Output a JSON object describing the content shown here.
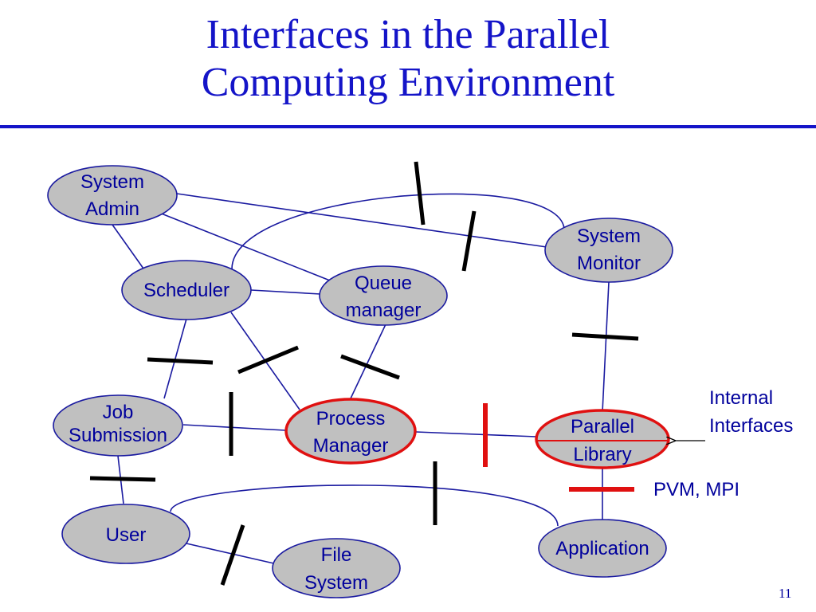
{
  "slide": {
    "title_line1": "Interfaces in the Parallel",
    "title_line2": "Computing Environment",
    "page_number": "11"
  },
  "colors": {
    "title": "#1414c8",
    "text": "#00009c",
    "node_fill": "#c0c0c0",
    "node_stroke": "#1a1aa0",
    "internal_highlight": "#e01010",
    "barrier": "#000000"
  },
  "nodes": {
    "system_admin": [
      "System",
      "Admin"
    ],
    "system_monitor": [
      "System",
      "Monitor"
    ],
    "scheduler": [
      "Scheduler"
    ],
    "queue_manager": [
      "Queue",
      "manager"
    ],
    "job_submission": [
      "Job",
      "Submission"
    ],
    "process_manager": [
      "Process",
      "Manager"
    ],
    "parallel_library": [
      "Parallel",
      "Library"
    ],
    "user": [
      "User"
    ],
    "file_system": [
      "File",
      "System"
    ],
    "application": [
      "Application"
    ]
  },
  "labels": {
    "internal_interfaces_line1": "Internal",
    "internal_interfaces_line2": "Interfaces",
    "pvm_mpi": "PVM, MPI"
  }
}
